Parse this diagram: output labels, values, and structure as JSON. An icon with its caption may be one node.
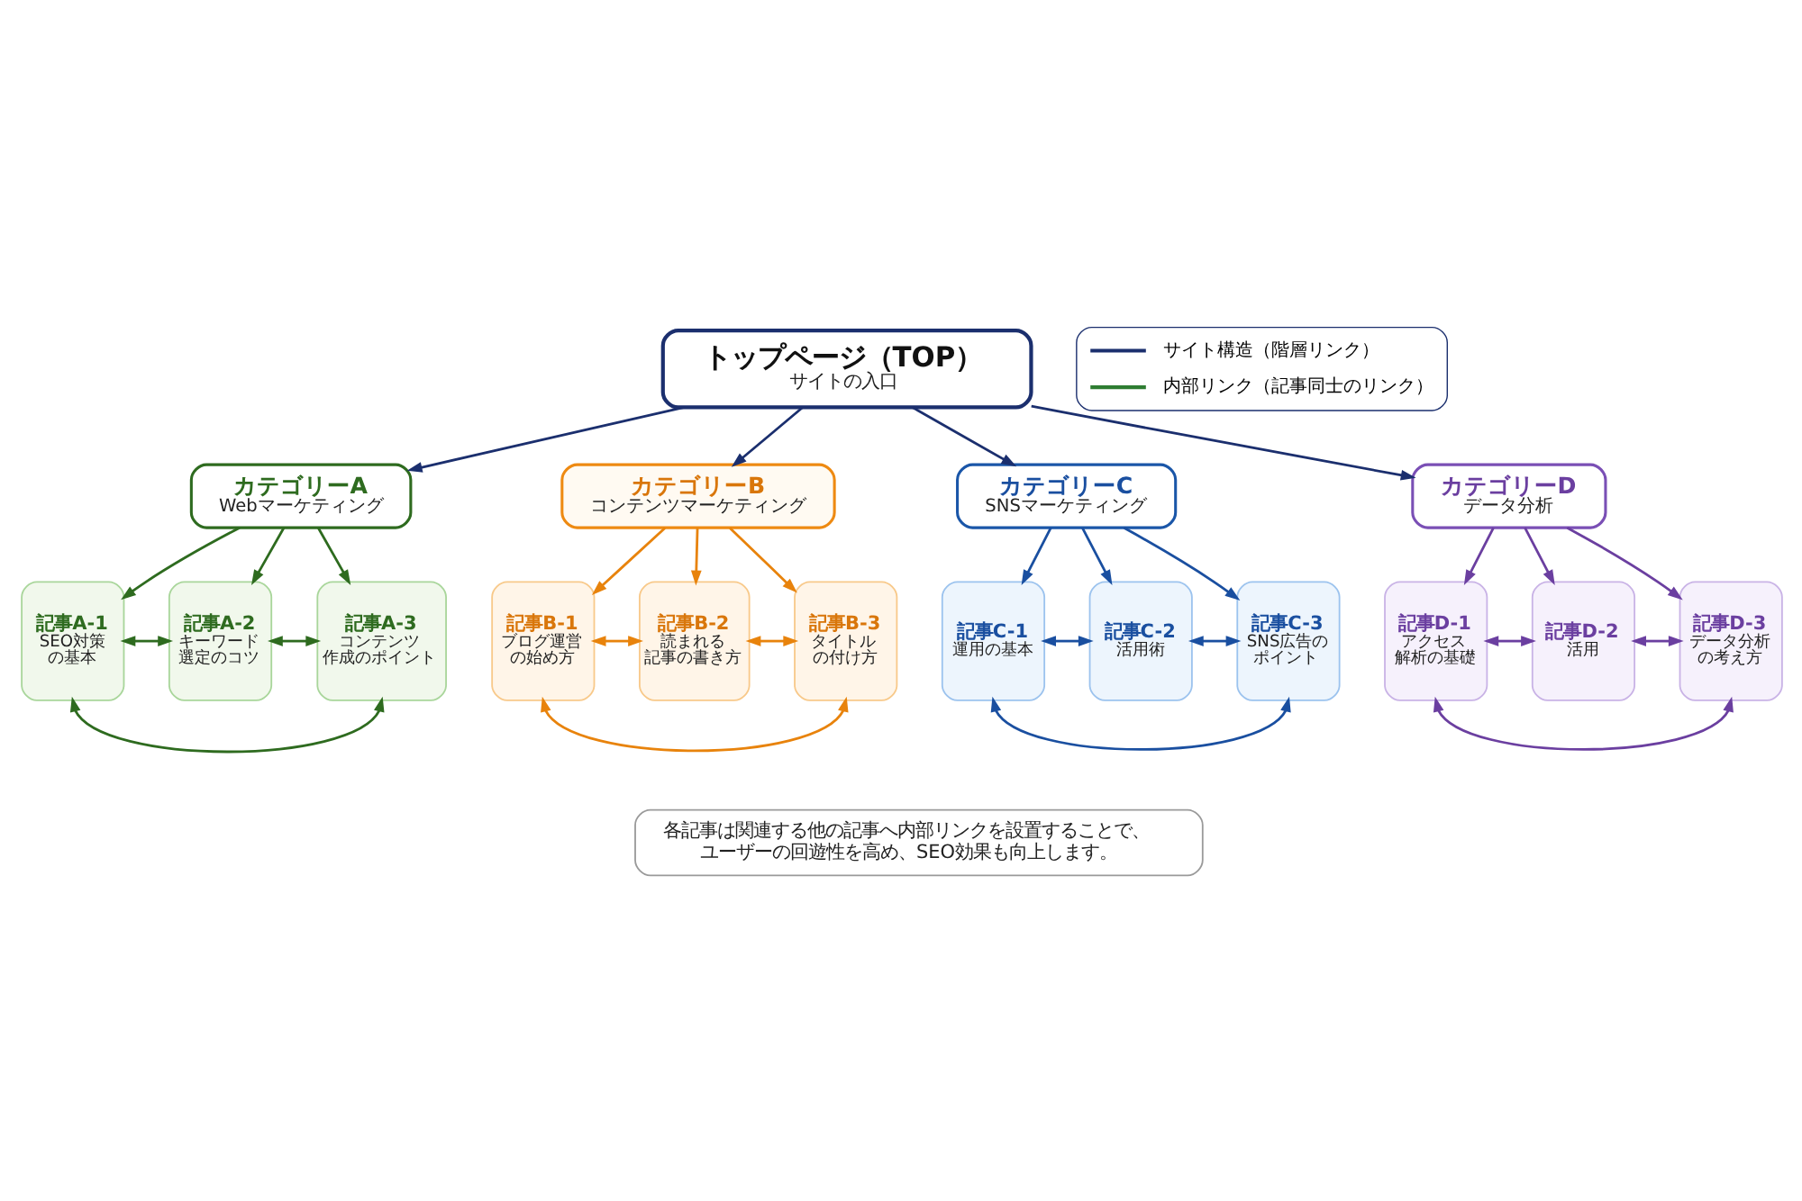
{
  "diagram": {
    "nodes": [
      {
        "text": [
          "トップページ（TOP）",
          "サイトの入口"
        ]
      },
      {
        "text": [
          "カテゴリーA",
          "Webマーケティング"
        ]
      },
      {
        "text": [
          "カテゴリーB",
          "コンテンツマーケティング"
        ]
      },
      {
        "text": [
          "カテゴリーC",
          "SNSマーケティング"
        ]
      },
      {
        "text": [
          "カテゴリーD",
          "データ分析"
        ]
      },
      {
        "text": [
          "記事A-1",
          "SEO対策の基本"
        ]
      },
      {
        "text": [
          "記事A-2",
          "キーワード選定のコツ"
        ]
      },
      {
        "text": [
          "記事A-3",
          "コンテンツ作成のポイント"
        ]
      },
      {
        "text": [
          "記事B-1",
          "ブログ運営の始め方"
        ]
      },
      {
        "text": [
          "記事B-2",
          "読まれる記事の書き方"
        ]
      },
      {
        "text": [
          "記事B-3",
          "タイトルの付け方"
        ]
      },
      {
        "text": [
          "記事C-1",
          "運用の基本"
        ]
      },
      {
        "text": [
          "記事C-2",
          "活用術"
        ]
      },
      {
        "text": [
          "記事C-3",
          "SNS広告のポイント"
        ]
      },
      {
        "text": [
          "記事D-1",
          "アクセス解析の基礎"
        ]
      },
      {
        "text": [
          "記事D-2",
          "活用"
        ]
      },
      {
        "text": [
          "記事D-3",
          "データ分析の考え方"
        ]
      },
      {
        "text": [
          "各記事は関連する他の記事へ内部リンクを設置することで、ユーザーの回遊性を高め、SEO効果も向上します。"
        ]
      }
    ],
    "edges": [
      {
        "from": 0,
        "to": 1,
        "arrow": "to",
        "color": "#1b2f6e"
      },
      {
        "from": 0,
        "to": 2,
        "arrow": "to",
        "color": "#1b2f6e"
      },
      {
        "from": 0,
        "to": 3,
        "arrow": "to",
        "color": "#1b2f6e"
      },
      {
        "from": 0,
        "to": 4,
        "arrow": "to",
        "color": "#1b2f6e"
      },
      {
        "from": 1,
        "to": 5,
        "arrow": "to",
        "color": "#2e6b1f"
      },
      {
        "from": 1,
        "to": 6,
        "arrow": "to",
        "color": "#2e6b1f"
      },
      {
        "from": 1,
        "to": 7,
        "arrow": "to",
        "color": "#2e6b1f"
      },
      {
        "from": 2,
        "to": 8,
        "arrow": "to",
        "color": "#e8830c"
      },
      {
        "from": 2,
        "to": 9,
        "arrow": "to",
        "color": "#e8830c"
      },
      {
        "from": 2,
        "to": 10,
        "arrow": "to",
        "color": "#e8830c"
      },
      {
        "from": 3,
        "to": 11,
        "arrow": "to",
        "color": "#1a4fa0"
      },
      {
        "from": 3,
        "to": 12,
        "arrow": "to",
        "color": "#1a4fa0"
      },
      {
        "from": 3,
        "to": 13,
        "arrow": "to",
        "color": "#1a4fa0"
      },
      {
        "from": 4,
        "to": 14,
        "arrow": "to",
        "color": "#6b3fa0"
      },
      {
        "from": 4,
        "to": 15,
        "arrow": "to",
        "color": "#6b3fa0"
      },
      {
        "from": 4,
        "to": 16,
        "arrow": "to",
        "color": "#6b3fa0"
      },
      {
        "from": 5,
        "to": 6,
        "arrow": "both",
        "color": "#2e6b1f"
      },
      {
        "from": 6,
        "to": 7,
        "arrow": "both",
        "color": "#2e6b1f"
      },
      {
        "from": 5,
        "to": 7,
        "arrow": "both",
        "color": "#2e6b1f"
      },
      {
        "from": 8,
        "to": 9,
        "arrow": "both",
        "color": "#e8830c"
      },
      {
        "from": 9,
        "to": 10,
        "arrow": "both",
        "color": "#e8830c"
      },
      {
        "from": 8,
        "to": 10,
        "arrow": "both",
        "color": "#e8830c"
      },
      {
        "from": 11,
        "to": 12,
        "arrow": "both",
        "color": "#1a4fa0"
      },
      {
        "from": 12,
        "to": 13,
        "arrow": "both",
        "color": "#1a4fa0"
      },
      {
        "from": 11,
        "to": 13,
        "arrow": "both",
        "color": "#1a4fa0"
      },
      {
        "from": 14,
        "to": 15,
        "arrow": "both",
        "color": "#6b3fa0"
      },
      {
        "from": 15,
        "to": 16,
        "arrow": "both",
        "color": "#6b3fa0"
      },
      {
        "from": 14,
        "to": 16,
        "arrow": "both",
        "color": "#6b3fa0"
      }
    ],
    "legend": [
      {
        "text": "サイト構造（階層リンク）"
      },
      {
        "text": "内部リンク（記事同士のリンク）"
      }
    ]
  }
}
